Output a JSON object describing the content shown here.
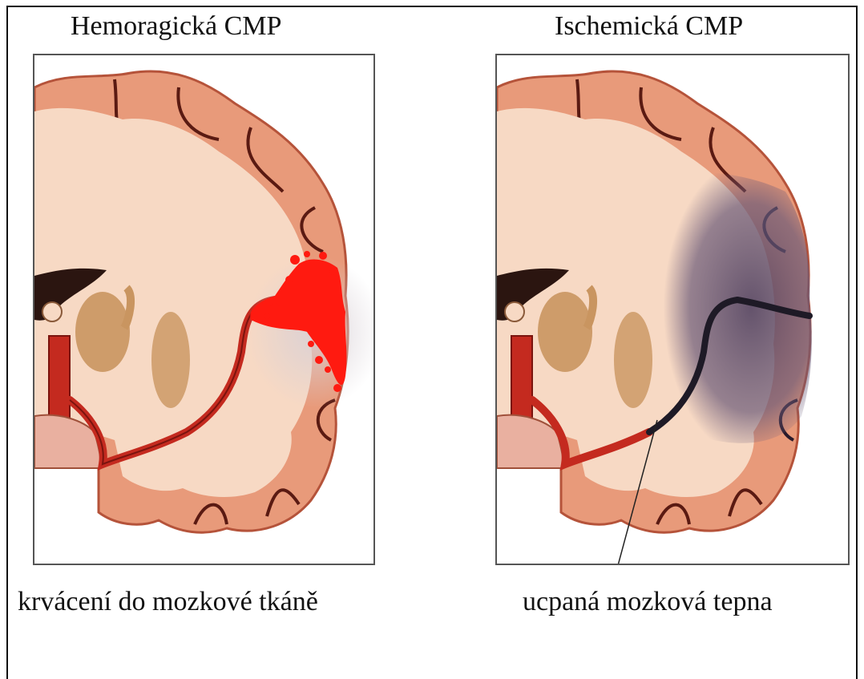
{
  "panels": [
    {
      "title": "Hemoragická CMP",
      "caption": "krvácení do mozkové tkáně",
      "type": "hemorrhagic"
    },
    {
      "title": "Ischemická CMP",
      "caption": "ucpaná mozková tepna",
      "type": "ischemic"
    }
  ],
  "colors": {
    "cortex": "#e89a7a",
    "cortex_edge": "#b5533a",
    "white_matter": "#f7d9c4",
    "artery": "#c42a1f",
    "hemorrhage": "#ff1a10",
    "ischemia": "#6b5a78"
  }
}
